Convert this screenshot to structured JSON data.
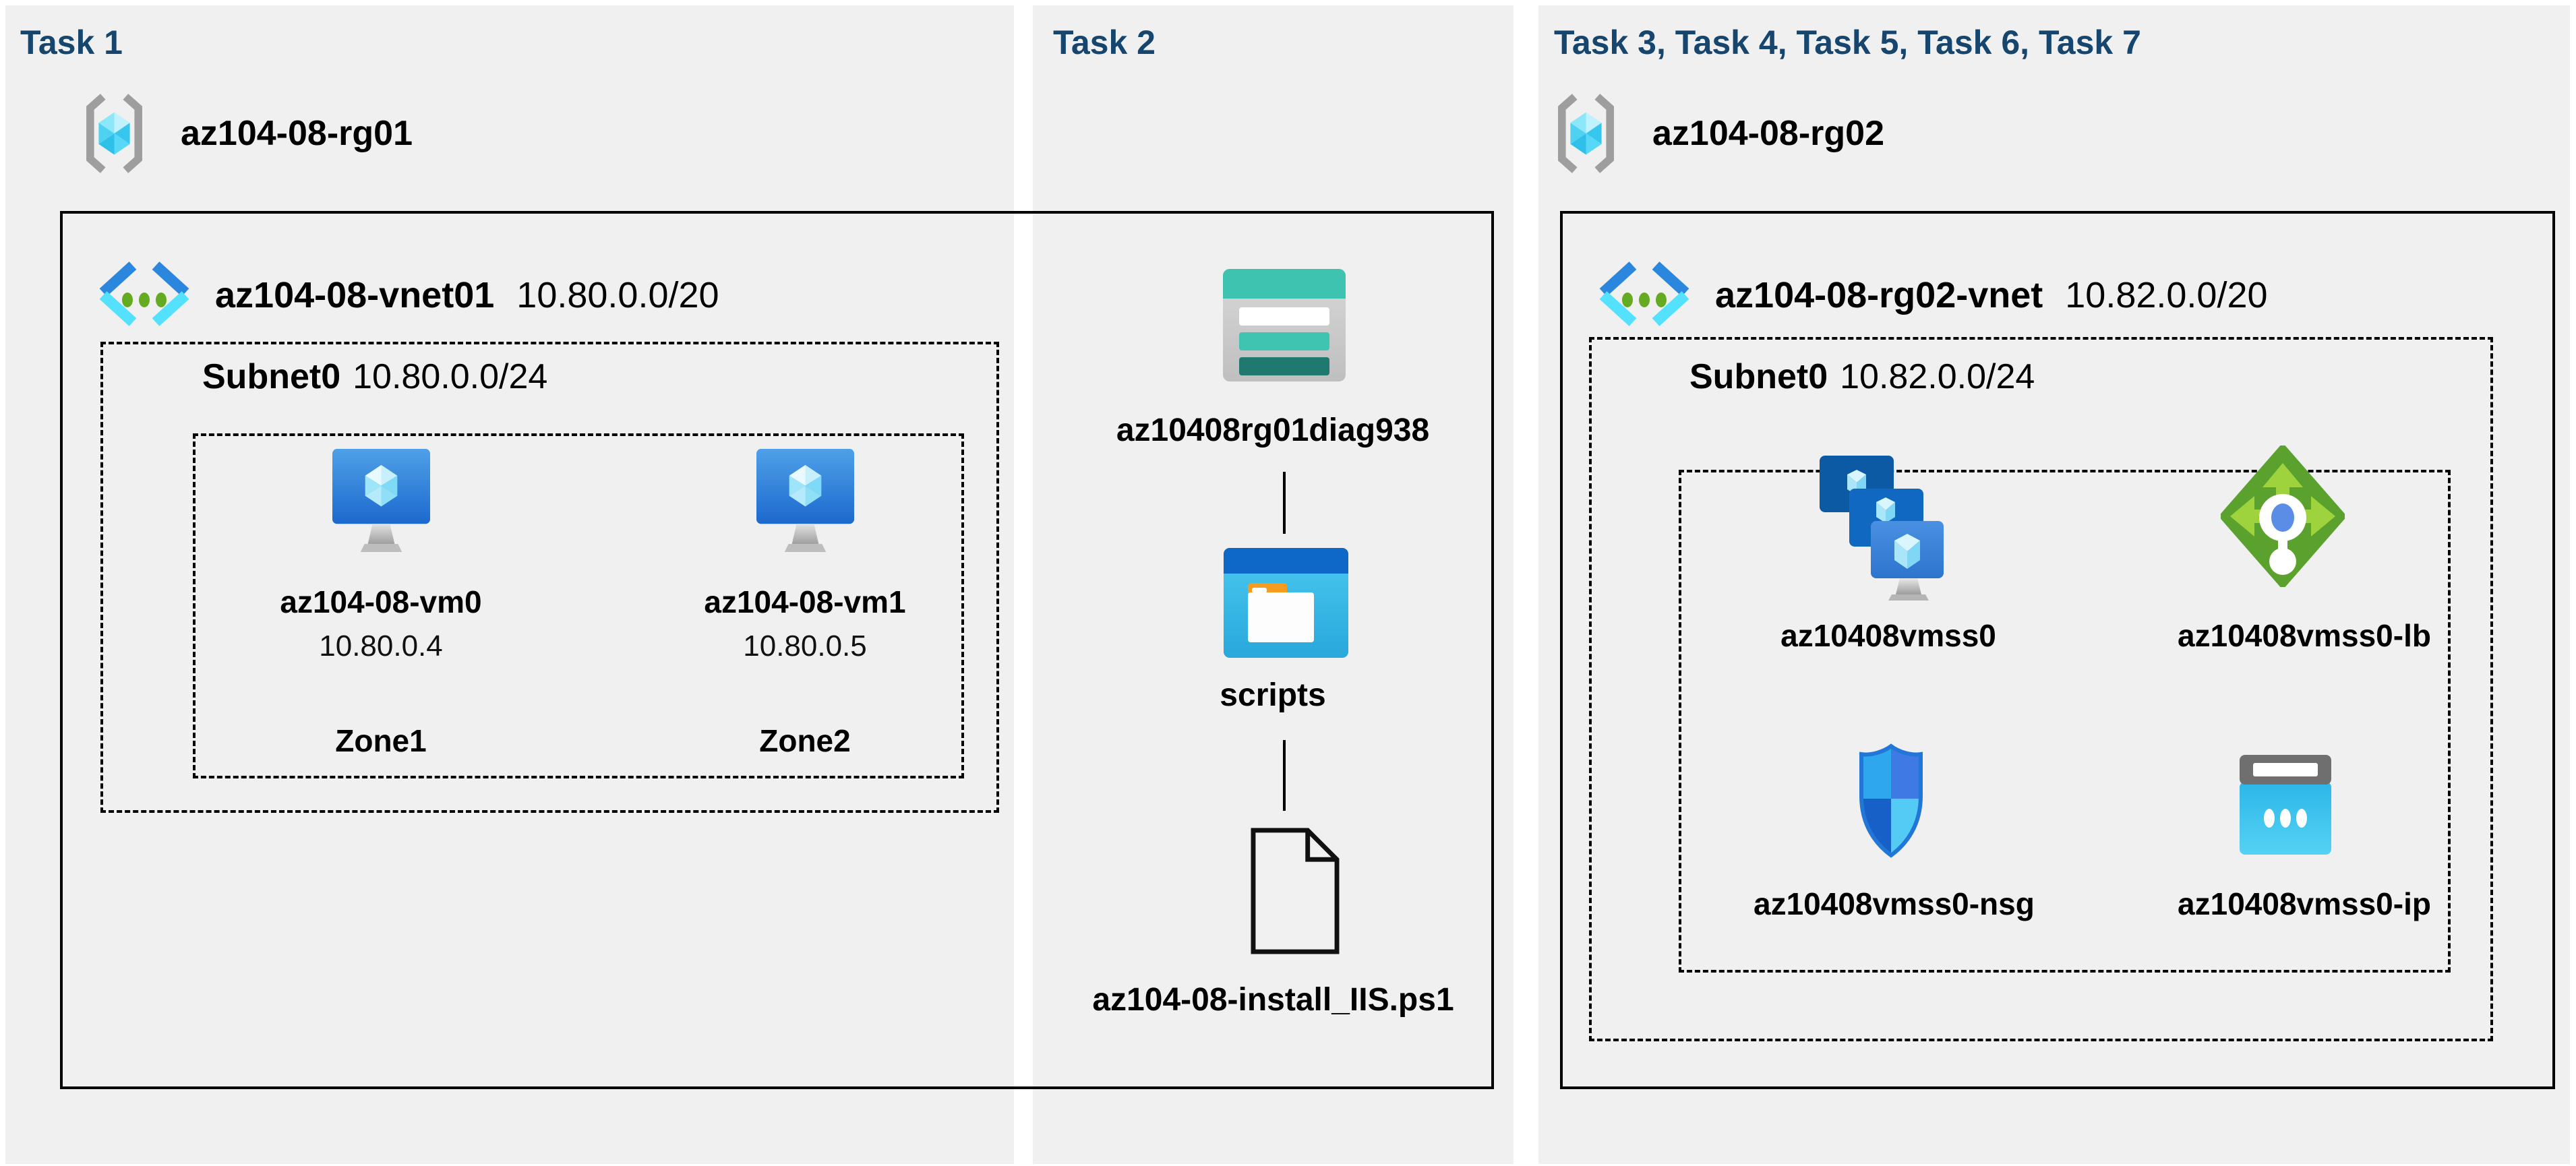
{
  "colors": {
    "panel_bg": "#f0f0f0",
    "title_blue": "#16466d",
    "outline_black": "#000000",
    "storage_teal": "#3ec3b1",
    "storage_teal_dark": "#20796f",
    "container_blue": "#0e68c8",
    "container_cyan": "#3fc3ec",
    "folder_orange": "#f59c1f",
    "vm_blue": "#1c69ce",
    "vmss_dark_blue": "#0c59a4",
    "lb_green": "#5ba12e",
    "lb_arrow_green": "#9ed33e",
    "lb_dot_blue": "#5b8de6",
    "nsg_blues": [
      "#2ea7ee",
      "#3e79e4",
      "#1660c8",
      "#54cbf5"
    ],
    "ip_cyan": "#35c2ee",
    "ip_cap_gray": "#6f6f6f",
    "rg_bracket_gray": "#9e9e9e",
    "vnet_chevron_blue": "#2b87dd",
    "vnet_chevron_cyan": "#53e1fd",
    "vnet_dot_green": "#65ab22"
  },
  "task1": {
    "title": "Task 1",
    "resource_group": "az104-08-rg01",
    "vnet": {
      "name": "az104-08-vnet01",
      "cidr": "10.80.0.0/20"
    },
    "subnet": {
      "name": "Subnet0",
      "cidr": "10.80.0.0/24"
    },
    "vms": [
      {
        "name": "az104-08-vm0",
        "ip": "10.80.0.4",
        "zone": "Zone1"
      },
      {
        "name": "az104-08-vm1",
        "ip": "10.80.0.5",
        "zone": "Zone2"
      }
    ]
  },
  "task2": {
    "title": "Task 2",
    "storage_account": "az10408rg01diag938",
    "container": "scripts",
    "script_file": "az104-08-install_IIS.ps1"
  },
  "task3": {
    "title": "Task 3, Task 4, Task 5, Task 6, Task 7",
    "resource_group": "az104-08-rg02",
    "vnet": {
      "name": "az104-08-rg02-vnet",
      "cidr": "10.82.0.0/20"
    },
    "subnet": {
      "name": "Subnet0",
      "cidr": "10.82.0.0/24"
    },
    "vmss": "az10408vmss0",
    "load_balancer": "az10408vmss0-lb",
    "nsg": "az10408vmss0-nsg",
    "public_ip": "az10408vmss0-ip"
  }
}
